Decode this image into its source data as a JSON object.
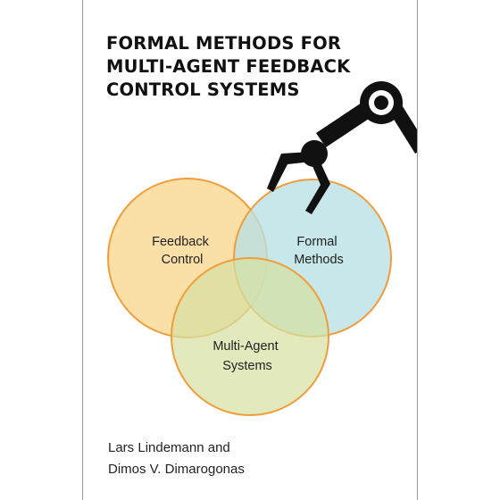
{
  "book": {
    "title_lines": [
      "FORMAL METHODS FOR",
      "MULTI-AGENT FEEDBACK",
      "CONTROL SYSTEMS"
    ],
    "venn": {
      "feedback_control": [
        "Feedback",
        "Control"
      ],
      "formal_methods": [
        "Formal",
        "Methods"
      ],
      "multi_agent_systems": [
        "Multi-Agent",
        "Systems"
      ]
    },
    "authors": [
      "Lars Lindemann and",
      "Dimos V. Dimarogonas"
    ],
    "colors": {
      "feedback_circle": "#f9d894",
      "formal_circle": "#b9e0e4",
      "multi_agent_circle": "#d6e0a4",
      "circle_outline": "#ef9d3a",
      "robot_arm": "#111111"
    },
    "icons": [
      "robot-arm-icon"
    ]
  }
}
